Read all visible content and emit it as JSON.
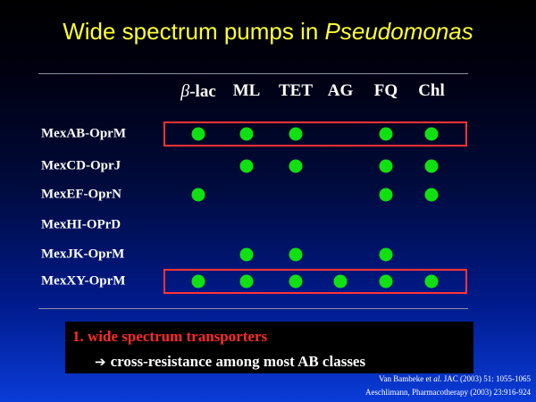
{
  "title": {
    "prefix": "Wide spectrum pumps in ",
    "italic": "Pseudomonas"
  },
  "columns": [
    {
      "symbol": "β",
      "label": "-lac"
    },
    {
      "symbol": "",
      "label": "ML"
    },
    {
      "symbol": "",
      "label": "TET"
    },
    {
      "symbol": "",
      "label": "AG"
    },
    {
      "symbol": "",
      "label": "FQ"
    },
    {
      "symbol": "",
      "label": "Chl"
    }
  ],
  "rows": [
    {
      "label": "MexAB-OprM",
      "marks": [
        true,
        true,
        true,
        false,
        true,
        true
      ],
      "highlighted": true
    },
    {
      "label": "MexCD-OprJ",
      "marks": [
        false,
        true,
        true,
        false,
        true,
        true
      ],
      "highlighted": false
    },
    {
      "label": "MexEF-OprN",
      "marks": [
        true,
        false,
        false,
        false,
        true,
        true
      ],
      "highlighted": false
    },
    {
      "label": "MexHI-OPrD",
      "marks": [
        false,
        false,
        false,
        false,
        false,
        false
      ],
      "highlighted": false
    },
    {
      "label": "MexJK-OprM",
      "marks": [
        false,
        true,
        true,
        false,
        true,
        false
      ],
      "highlighted": false
    },
    {
      "label": "MexXY-OprM",
      "marks": [
        true,
        true,
        true,
        true,
        true,
        true
      ],
      "highlighted": true
    }
  ],
  "colors": {
    "title": "#ffff33",
    "dot": "#10e010",
    "highlight_border": "#ff3333",
    "note_heading": "#ff2a2a"
  },
  "note": {
    "line1": "1. wide spectrum transporters",
    "arrow_icon": "right-arrow-icon",
    "line2": "cross-resistance among most AB classes"
  },
  "references": {
    "ref1_author": "Van Bambeke et ",
    "ref1_italic": "al.",
    "ref1_rest": " JAC (2003) 51: 1055-1065",
    "ref2": "Aeschlimann, Pharmacotherapy (2003) 23:916-924"
  }
}
